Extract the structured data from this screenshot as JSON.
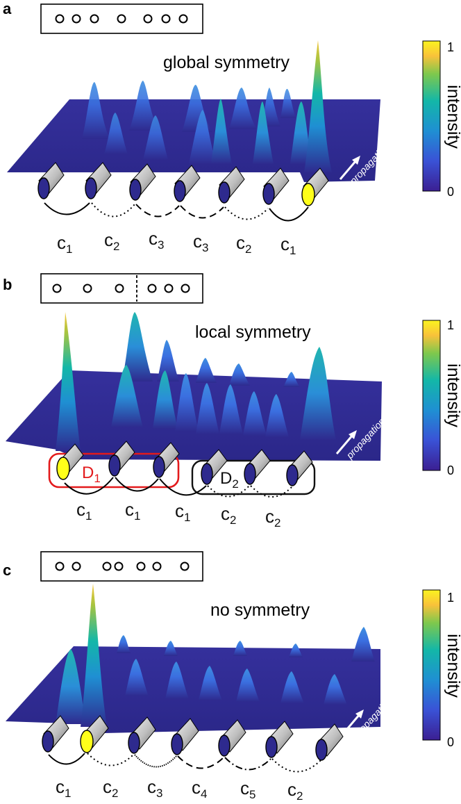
{
  "panels": [
    {
      "letter": "a",
      "title": "global symmetry",
      "colorbar": {
        "label": "intensity",
        "max": "1",
        "min": "0"
      },
      "axis_label": "propagation (z)",
      "couplings": [
        {
          "base": "c",
          "sub": "1"
        },
        {
          "base": "c",
          "sub": "2"
        },
        {
          "base": "c",
          "sub": "3"
        },
        {
          "base": "c",
          "sub": "3"
        },
        {
          "base": "c",
          "sub": "2"
        },
        {
          "base": "c",
          "sub": "1"
        }
      ],
      "excited_waveguide": 7,
      "domains": []
    },
    {
      "letter": "b",
      "title": "local symmetry",
      "colorbar": {
        "label": "intensity",
        "max": "1",
        "min": "0"
      },
      "axis_label": "propagation (z)",
      "couplings": [
        {
          "base": "c",
          "sub": "1"
        },
        {
          "base": "c",
          "sub": "1"
        },
        {
          "base": "c",
          "sub": "1"
        },
        {
          "base": "c",
          "sub": "2"
        },
        {
          "base": "c",
          "sub": "2"
        }
      ],
      "excited_waveguide": 1,
      "domains": [
        {
          "base": "D",
          "sub": "1",
          "color": "#e31a1c"
        },
        {
          "base": "D",
          "sub": "2",
          "color": "#111111"
        }
      ]
    },
    {
      "letter": "c",
      "title": "no symmetry",
      "colorbar": {
        "label": "intensity",
        "max": "1",
        "min": "0"
      },
      "axis_label": "propagation (z)",
      "couplings": [
        {
          "base": "c",
          "sub": "1"
        },
        {
          "base": "c",
          "sub": "2"
        },
        {
          "base": "c",
          "sub": "3"
        },
        {
          "base": "c",
          "sub": "4"
        },
        {
          "base": "c",
          "sub": "5"
        },
        {
          "base": "c",
          "sub": "2"
        }
      ],
      "excited_waveguide": 2,
      "domains": []
    }
  ],
  "colors": {
    "surface_base": "#2e2a8e",
    "waveguide_cap": "#2e2a8e",
    "excited_cap": "#ffff1a",
    "domain1": "#e31a1c",
    "colormap": [
      "#3b1f92",
      "#3a52d6",
      "#1f8fd3",
      "#13b7a8",
      "#7ec84d",
      "#f9c23a",
      "#fbf31f"
    ]
  }
}
